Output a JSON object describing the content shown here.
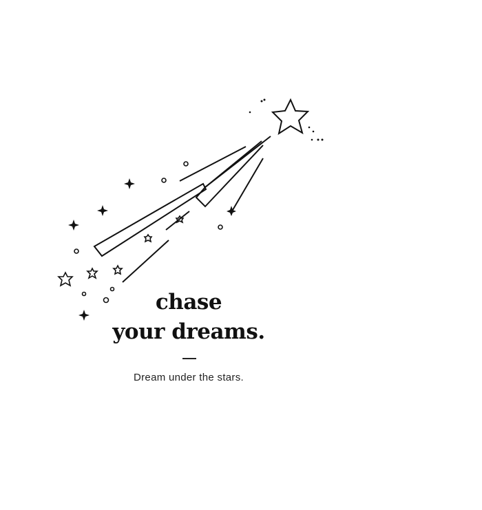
{
  "poster": {
    "headline_line1": "chase",
    "headline_line2": "your dreams.",
    "subtitle": "Dream under the stars.",
    "ink_color": "#111111",
    "background_color": "#ffffff"
  }
}
